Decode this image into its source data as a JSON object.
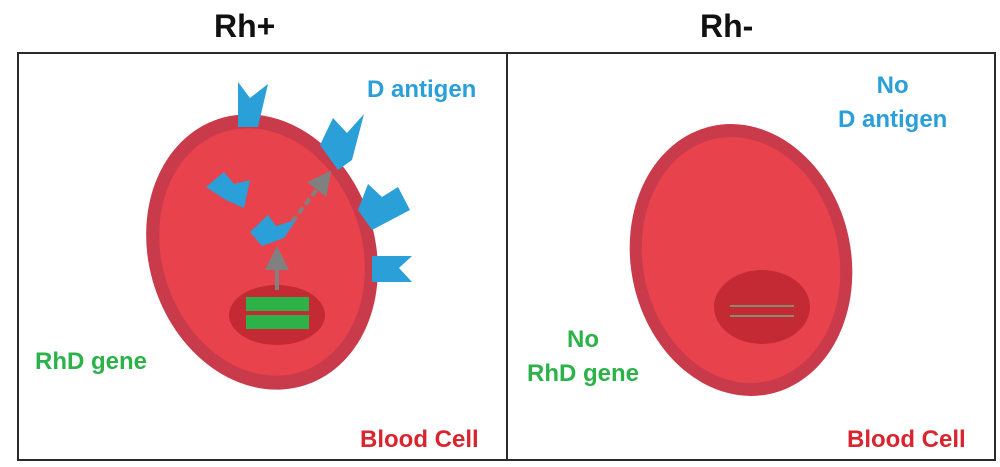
{
  "left_panel": {
    "title": "Rh+",
    "antigen_label": "D antigen",
    "gene_label": "RhD gene",
    "cell_label": "Blood Cell"
  },
  "right_panel": {
    "title": "Rh-",
    "antigen_label_line1": "No",
    "antigen_label_line2": "D antigen",
    "gene_label_line1": "No",
    "gene_label_line2": "RhD gene",
    "cell_label": "Blood Cell"
  },
  "colors": {
    "antigen_blue": "#2a9fd8",
    "gene_green": "#2db24a",
    "cell_red": "#e8434d",
    "cell_rim": "#c93a4a",
    "nucleus": "#c42a33",
    "arrow_gray": "#808080"
  }
}
